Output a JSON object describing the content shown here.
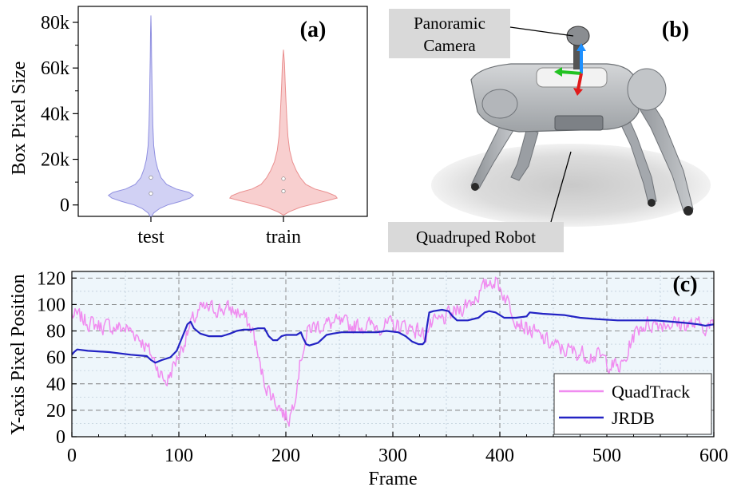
{
  "panels": {
    "a": {
      "label": "(a)"
    },
    "b": {
      "label": "(b)",
      "callout_camera": [
        "Panoramic",
        "Camera"
      ],
      "callout_robot": "Quadruped Robot"
    },
    "c": {
      "label": "(c)"
    }
  },
  "chart_data": [
    {
      "type": "violin",
      "ylabel": "Box Pixel Size",
      "xlabel": "",
      "categories": [
        "test",
        "train"
      ],
      "ylim": [
        -5000,
        87000
      ],
      "yticks": [
        0,
        20000,
        40000,
        60000,
        80000
      ],
      "ytick_labels": [
        "0",
        "20k",
        "40k",
        "60k",
        "80k"
      ],
      "grid": false,
      "colors": {
        "test": "#c9c9f2",
        "train": "#f7c7c7",
        "test_edge": "#8f8fe0",
        "train_edge": "#ea8f8f"
      },
      "series": [
        {
          "name": "test",
          "max": 83000,
          "min": -5500,
          "median": 5000,
          "mean": 12000,
          "profile": [
            [
              -5500,
              0
            ],
            [
              -3500,
              0.05
            ],
            [
              -1500,
              0.16
            ],
            [
              0,
              0.3
            ],
            [
              1500,
              0.52
            ],
            [
              3000,
              0.7
            ],
            [
              4200,
              0.76
            ],
            [
              5500,
              0.68
            ],
            [
              7000,
              0.45
            ],
            [
              9000,
              0.28
            ],
            [
              12000,
              0.18
            ],
            [
              16000,
              0.12
            ],
            [
              20000,
              0.08
            ],
            [
              26000,
              0.05
            ],
            [
              35000,
              0.035
            ],
            [
              45000,
              0.025
            ],
            [
              55000,
              0.018
            ],
            [
              65000,
              0.012
            ],
            [
              75000,
              0.007
            ],
            [
              83000,
              0
            ]
          ]
        },
        {
          "name": "train",
          "max": 68000,
          "min": -4500,
          "median": 6000,
          "mean": 11500,
          "profile": [
            [
              -4500,
              0
            ],
            [
              -3000,
              0.1
            ],
            [
              -1000,
              0.3
            ],
            [
              500,
              0.55
            ],
            [
              2000,
              0.8
            ],
            [
              3000,
              0.96
            ],
            [
              4000,
              0.93
            ],
            [
              5500,
              0.78
            ],
            [
              7000,
              0.56
            ],
            [
              9000,
              0.4
            ],
            [
              12000,
              0.3
            ],
            [
              15000,
              0.23
            ],
            [
              19000,
              0.16
            ],
            [
              24000,
              0.11
            ],
            [
              30000,
              0.08
            ],
            [
              38000,
              0.06
            ],
            [
              46000,
              0.045
            ],
            [
              54000,
              0.03
            ],
            [
              62000,
              0.018
            ],
            [
              68000,
              0
            ]
          ]
        }
      ]
    },
    {
      "type": "line",
      "xlabel": "Frame",
      "ylabel": "Y-axis Pixel Position",
      "xlim": [
        0,
        600
      ],
      "ylim": [
        0,
        125
      ],
      "xticks": [
        0,
        100,
        200,
        300,
        400,
        500,
        600
      ],
      "yticks": [
        0,
        20,
        40,
        60,
        80,
        100,
        120
      ],
      "grid": true,
      "legend": "bottom-right",
      "series": [
        {
          "name": "QuadTrack",
          "color": "#f08cf0",
          "noise": 9,
          "seed": 7,
          "points": [
            [
              0,
              92
            ],
            [
              8,
              90
            ],
            [
              20,
              85
            ],
            [
              35,
              83
            ],
            [
              50,
              82
            ],
            [
              60,
              78
            ],
            [
              68,
              70
            ],
            [
              74,
              62
            ],
            [
              80,
              53
            ],
            [
              85,
              44
            ],
            [
              89,
              42
            ],
            [
              94,
              52
            ],
            [
              100,
              62
            ],
            [
              105,
              72
            ],
            [
              112,
              86
            ],
            [
              120,
              96
            ],
            [
              135,
              97
            ],
            [
              150,
              96
            ],
            [
              160,
              92
            ],
            [
              170,
              78
            ],
            [
              176,
              52
            ],
            [
              182,
              38
            ],
            [
              188,
              30
            ],
            [
              194,
              23
            ],
            [
              199,
              16
            ],
            [
              203,
              14
            ],
            [
              207,
              25
            ],
            [
              212,
              50
            ],
            [
              216,
              67
            ],
            [
              222,
              82
            ],
            [
              230,
              84
            ],
            [
              245,
              86
            ],
            [
              260,
              84
            ],
            [
              275,
              84
            ],
            [
              290,
              84
            ],
            [
              305,
              84
            ],
            [
              320,
              82
            ],
            [
              330,
              76
            ],
            [
              334,
              83
            ],
            [
              345,
              88
            ],
            [
              360,
              95
            ],
            [
              375,
              104
            ],
            [
              385,
              112
            ],
            [
              392,
              119
            ],
            [
              398,
              116
            ],
            [
              405,
              106
            ],
            [
              415,
              90
            ],
            [
              425,
              82
            ],
            [
              440,
              74
            ],
            [
              455,
              67
            ],
            [
              470,
              64
            ],
            [
              485,
              62
            ],
            [
              495,
              60
            ],
            [
              505,
              54
            ],
            [
              512,
              52
            ],
            [
              518,
              58
            ],
            [
              523,
              74
            ],
            [
              532,
              84
            ],
            [
              545,
              86
            ],
            [
              560,
              86
            ],
            [
              575,
              85
            ],
            [
              590,
              84
            ],
            [
              600,
              83
            ]
          ]
        },
        {
          "name": "JRDB",
          "color": "#2323c4",
          "noise": 0,
          "points": [
            [
              0,
              62
            ],
            [
              2,
              64
            ],
            [
              5,
              66
            ],
            [
              15,
              65
            ],
            [
              35,
              64
            ],
            [
              55,
              62
            ],
            [
              70,
              61
            ],
            [
              74,
              58
            ],
            [
              78,
              56
            ],
            [
              84,
              58
            ],
            [
              92,
              60
            ],
            [
              98,
              65
            ],
            [
              104,
              77
            ],
            [
              108,
              85
            ],
            [
              111,
              87
            ],
            [
              114,
              82
            ],
            [
              120,
              78
            ],
            [
              128,
              76
            ],
            [
              136,
              76
            ],
            [
              140,
              76
            ],
            [
              144,
              77
            ],
            [
              148,
              78
            ],
            [
              154,
              80
            ],
            [
              160,
              81
            ],
            [
              168,
              81
            ],
            [
              174,
              82
            ],
            [
              180,
              82
            ],
            [
              184,
              76
            ],
            [
              188,
              73
            ],
            [
              192,
              73
            ],
            [
              196,
              76
            ],
            [
              200,
              77
            ],
            [
              210,
              77
            ],
            [
              214,
              79
            ],
            [
              216,
              75
            ],
            [
              219,
              70
            ],
            [
              222,
              69
            ],
            [
              226,
              70
            ],
            [
              230,
              71
            ],
            [
              234,
              74
            ],
            [
              238,
              77
            ],
            [
              244,
              78
            ],
            [
              252,
              79
            ],
            [
              262,
              79
            ],
            [
              275,
              79
            ],
            [
              285,
              79
            ],
            [
              294,
              80
            ],
            [
              305,
              79
            ],
            [
              312,
              76
            ],
            [
              318,
              72
            ],
            [
              324,
              70
            ],
            [
              328,
              70
            ],
            [
              330,
              72
            ],
            [
              332,
              84
            ],
            [
              334,
              94
            ],
            [
              338,
              95
            ],
            [
              346,
              96
            ],
            [
              352,
              95
            ],
            [
              356,
              91
            ],
            [
              360,
              88
            ],
            [
              370,
              88
            ],
            [
              380,
              90
            ],
            [
              386,
              94
            ],
            [
              390,
              95
            ],
            [
              396,
              94
            ],
            [
              404,
              90
            ],
            [
              415,
              90
            ],
            [
              425,
              91
            ],
            [
              428,
              94
            ],
            [
              440,
              93
            ],
            [
              460,
              92
            ],
            [
              475,
              90
            ],
            [
              490,
              89
            ],
            [
              510,
              88
            ],
            [
              530,
              88
            ],
            [
              545,
              88
            ],
            [
              560,
              87
            ],
            [
              575,
              86
            ],
            [
              585,
              85
            ],
            [
              592,
              84
            ],
            [
              600,
              85
            ]
          ]
        }
      ]
    }
  ]
}
